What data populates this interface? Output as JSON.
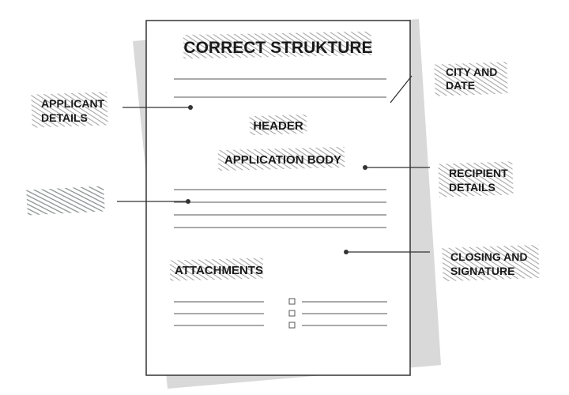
{
  "document": {
    "title": "CORRECT STRUKTURE",
    "header_label": "HEADER",
    "body_label": "APPLICATION BODY",
    "attachments_label": "ATTACHMENTS",
    "attachment_items": 3
  },
  "callouts": {
    "city_date": [
      "CITY AND",
      "DATE"
    ],
    "applicant": [
      "APPLICANT",
      "DETAILS"
    ],
    "recipient": [
      "RECIPIENT",
      "DETAILS"
    ],
    "closing": [
      "CLOSING AND",
      "SIGNATURE"
    ]
  },
  "colors": {
    "paper": "#ffffff",
    "paper_border": "#333333",
    "shadow": "#d9d9d9",
    "text_line": "#555555",
    "scribble": "#9a9a9a",
    "ink": "#1a1a1a"
  }
}
